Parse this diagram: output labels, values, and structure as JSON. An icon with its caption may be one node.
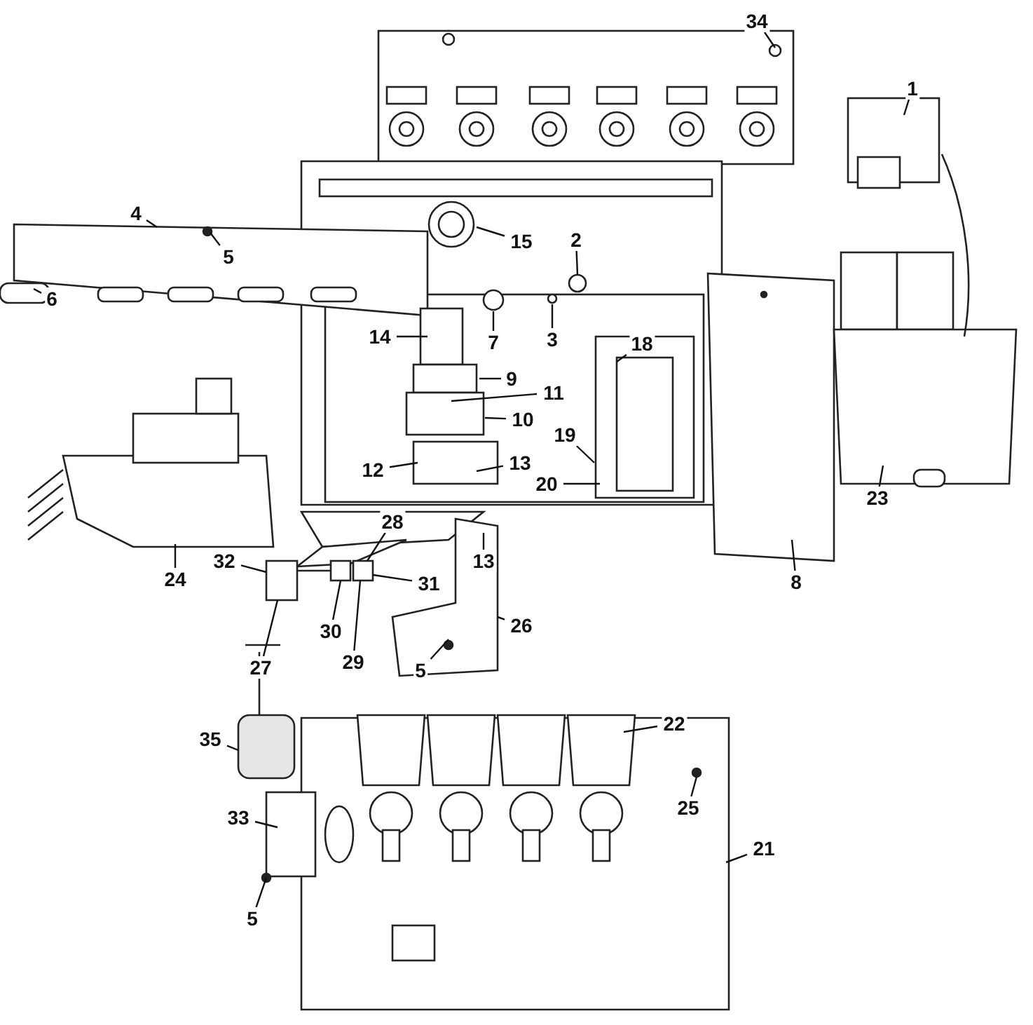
{
  "diagram": {
    "nodes": [
      {
        "text": [
          "34"
        ]
      },
      {
        "text": [
          "1"
        ]
      },
      {
        "text": [
          "4"
        ]
      },
      {
        "text": [
          "5"
        ]
      },
      {
        "text": [
          "15"
        ]
      },
      {
        "text": [
          "2"
        ]
      },
      {
        "text": [
          "6"
        ]
      },
      {
        "text": [
          "7"
        ]
      },
      {
        "text": [
          "3"
        ]
      },
      {
        "text": [
          "14"
        ]
      },
      {
        "text": [
          "18"
        ]
      },
      {
        "text": [
          "9"
        ]
      },
      {
        "text": [
          "11"
        ]
      },
      {
        "text": [
          "10"
        ]
      },
      {
        "text": [
          "19"
        ]
      },
      {
        "text": [
          "12"
        ]
      },
      {
        "text": [
          "13"
        ]
      },
      {
        "text": [
          "20"
        ]
      },
      {
        "text": [
          "23"
        ]
      },
      {
        "text": [
          "24"
        ]
      },
      {
        "text": [
          "32"
        ]
      },
      {
        "text": [
          "28"
        ]
      },
      {
        "text": [
          "13"
        ]
      },
      {
        "text": [
          "8"
        ]
      },
      {
        "text": [
          "27"
        ]
      },
      {
        "text": [
          "30"
        ]
      },
      {
        "text": [
          "31"
        ]
      },
      {
        "text": [
          "5"
        ]
      },
      {
        "text": [
          "29"
        ]
      },
      {
        "text": [
          "26"
        ]
      },
      {
        "text": [
          "22"
        ]
      },
      {
        "text": [
          "35"
        ]
      },
      {
        "text": [
          "25"
        ]
      },
      {
        "text": [
          "33"
        ]
      },
      {
        "text": [
          "21"
        ]
      },
      {
        "text": [
          "5"
        ]
      }
    ],
    "edges": [
      {
        "from": 0,
        "to": null,
        "arrow": "none"
      },
      {
        "from": 1,
        "to": null,
        "arrow": "none"
      },
      {
        "from": 2,
        "to": null,
        "arrow": "none"
      },
      {
        "from": 3,
        "to": null,
        "arrow": "none"
      },
      {
        "from": 4,
        "to": null,
        "arrow": "none"
      },
      {
        "from": 5,
        "to": null,
        "arrow": "none"
      },
      {
        "from": 6,
        "to": null,
        "arrow": "none"
      },
      {
        "from": 7,
        "to": null,
        "arrow": "none"
      },
      {
        "from": 8,
        "to": null,
        "arrow": "none"
      },
      {
        "from": 9,
        "to": null,
        "arrow": "none"
      },
      {
        "from": 10,
        "to": null,
        "arrow": "none"
      },
      {
        "from": 11,
        "to": null,
        "arrow": "none"
      },
      {
        "from": 12,
        "to": null,
        "arrow": "none"
      },
      {
        "from": 13,
        "to": null,
        "arrow": "none"
      },
      {
        "from": 14,
        "to": null,
        "arrow": "none"
      },
      {
        "from": 15,
        "to": null,
        "arrow": "none"
      },
      {
        "from": 16,
        "to": null,
        "arrow": "none"
      },
      {
        "from": 17,
        "to": null,
        "arrow": "none"
      },
      {
        "from": 18,
        "to": null,
        "arrow": "none"
      },
      {
        "from": 19,
        "to": null,
        "arrow": "none"
      },
      {
        "from": 20,
        "to": null,
        "arrow": "none"
      },
      {
        "from": 21,
        "to": null,
        "arrow": "none"
      },
      {
        "from": 22,
        "to": null,
        "arrow": "none"
      },
      {
        "from": 23,
        "to": null,
        "arrow": "none"
      },
      {
        "from": 24,
        "to": null,
        "arrow": "none"
      },
      {
        "from": 25,
        "to": null,
        "arrow": "none"
      },
      {
        "from": 26,
        "to": null,
        "arrow": "none"
      },
      {
        "from": 27,
        "to": null,
        "arrow": "none"
      },
      {
        "from": 28,
        "to": null,
        "arrow": "none"
      },
      {
        "from": 29,
        "to": null,
        "arrow": "none"
      },
      {
        "from": 30,
        "to": null,
        "arrow": "none"
      },
      {
        "from": 31,
        "to": null,
        "arrow": "none"
      },
      {
        "from": 32,
        "to": null,
        "arrow": "none"
      },
      {
        "from": 33,
        "to": null,
        "arrow": "none"
      },
      {
        "from": 34,
        "to": null,
        "arrow": "none"
      },
      {
        "from": 35,
        "to": null,
        "arrow": "none"
      }
    ]
  }
}
